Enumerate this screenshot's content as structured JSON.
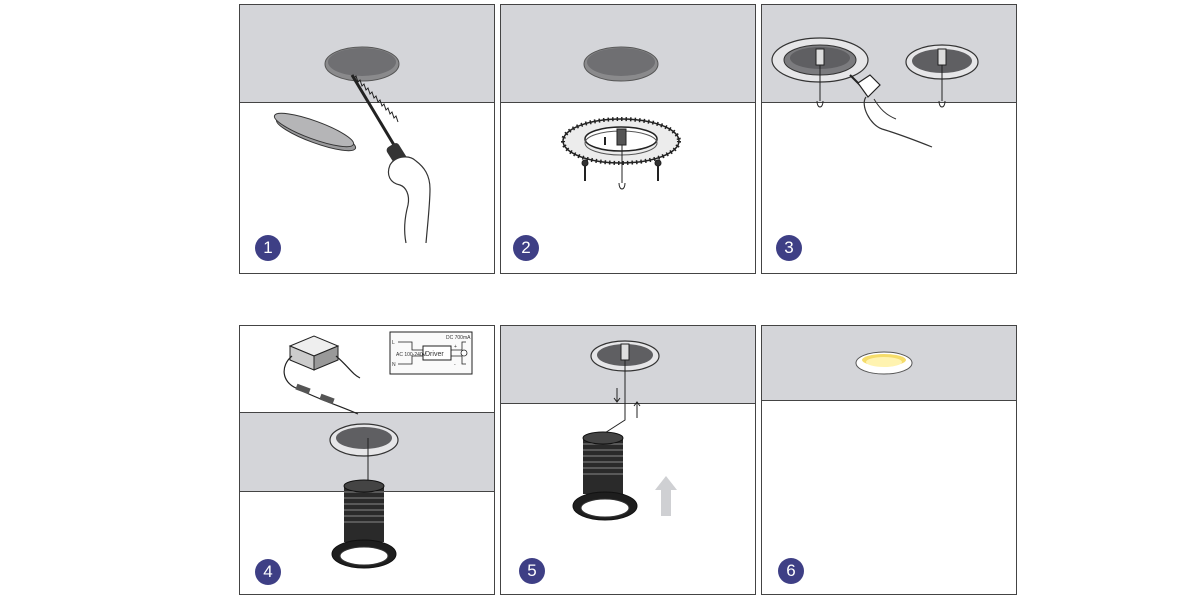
{
  "steps": [
    {
      "number": "1"
    },
    {
      "number": "2"
    },
    {
      "number": "3"
    },
    {
      "number": "4"
    },
    {
      "number": "5"
    },
    {
      "number": "6"
    }
  ],
  "wiring_diagram": {
    "driver_label": "Driver",
    "input_label": "AC 100-240V",
    "output_label": "DC 700mA",
    "line_label": "L",
    "neutral_label": "N",
    "plus_label": "+",
    "minus_label": "-"
  }
}
